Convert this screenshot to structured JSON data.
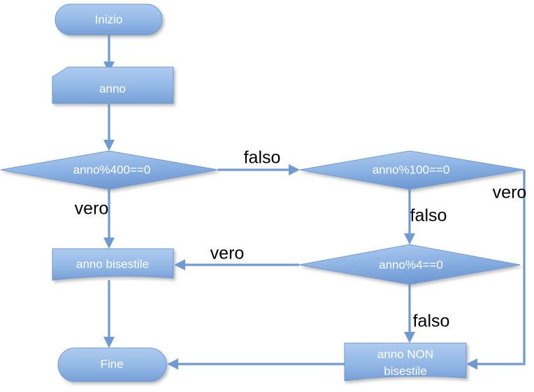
{
  "diagram": {
    "title": "Anno bisestile flowchart",
    "language": "it",
    "colors": {
      "shape_fill_top": "#a7c7ec",
      "shape_fill_bottom": "#7aa6dd",
      "shape_stroke": "#6f9ad3",
      "connector": "#6f9ad3",
      "node_text": "#ffffff",
      "edge_label_text": "#000000",
      "background": "#ffffff"
    },
    "nodes": [
      {
        "id": "start",
        "type": "terminator",
        "label": "Inizio"
      },
      {
        "id": "input_anno",
        "type": "input-output",
        "label": "anno"
      },
      {
        "id": "dec400",
        "type": "decision",
        "label": "anno%400==0"
      },
      {
        "id": "dec100",
        "type": "decision",
        "label": "anno%100==0"
      },
      {
        "id": "dec4",
        "type": "decision",
        "label": "anno%4==0"
      },
      {
        "id": "bisestile",
        "type": "process",
        "label": "anno bisestile"
      },
      {
        "id": "non_bis_l1",
        "type": "process",
        "label": "anno NON"
      },
      {
        "id": "non_bis_l2",
        "type": "process",
        "label": "bisestile"
      },
      {
        "id": "end",
        "type": "terminator",
        "label": "Fine"
      }
    ],
    "edges": [
      {
        "id": "e_start_input",
        "from": "start",
        "to": "input_anno",
        "label": ""
      },
      {
        "id": "e_input_dec400",
        "from": "input_anno",
        "to": "dec400",
        "label": ""
      },
      {
        "id": "e_dec400_false",
        "from": "dec400",
        "to": "dec100",
        "label": "falso"
      },
      {
        "id": "e_dec400_true",
        "from": "dec400",
        "to": "bisestile",
        "label": "vero"
      },
      {
        "id": "e_dec100_true",
        "from": "dec100",
        "to": "non_bis_l1",
        "label": "vero"
      },
      {
        "id": "e_dec100_false",
        "from": "dec100",
        "to": "dec4",
        "label": "falso"
      },
      {
        "id": "e_dec4_true",
        "from": "dec4",
        "to": "bisestile",
        "label": "vero"
      },
      {
        "id": "e_dec4_false",
        "from": "dec4",
        "to": "non_bis_l1",
        "label": "falso"
      },
      {
        "id": "e_bis_end",
        "from": "bisestile",
        "to": "end",
        "label": ""
      },
      {
        "id": "e_nonbis_end",
        "from": "non_bis_l1",
        "to": "end",
        "label": ""
      }
    ]
  }
}
